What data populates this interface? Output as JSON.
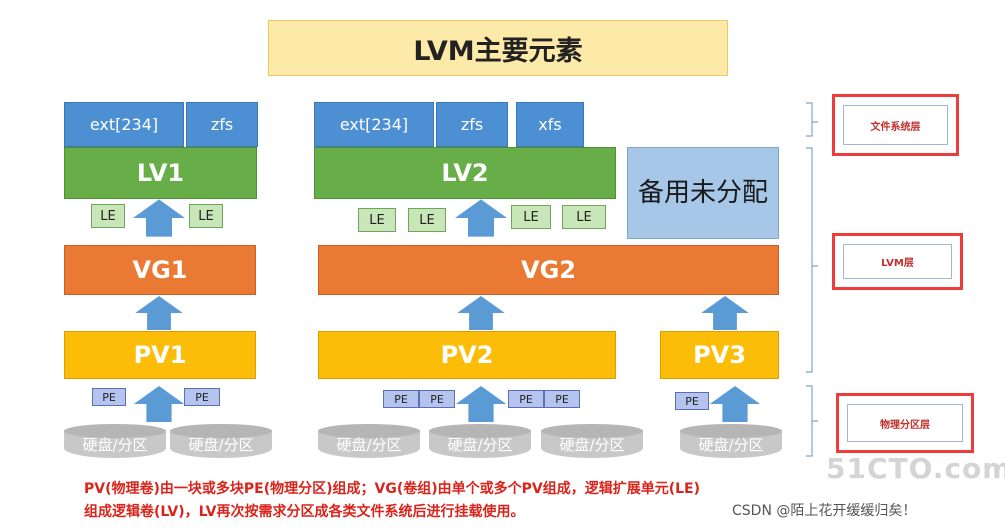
{
  "title": "LVM主要元素",
  "fs_left": [
    "ext[234]",
    "zfs"
  ],
  "fs_mid": [
    "ext[234]",
    "zfs",
    "xfs"
  ],
  "lv": [
    "LV1",
    "LV2"
  ],
  "spare": "备用未分配",
  "le_label": "LE",
  "vg": [
    "VG1",
    "VG2"
  ],
  "pv": [
    "PV1",
    "PV2",
    "PV3"
  ],
  "pe_label": "PE",
  "disk_label": "硬盘/分区",
  "layers": [
    "文件系统层",
    "LVM层",
    "物理分区层"
  ],
  "caption": [
    "PV(物理卷)由一块或多块PE(物理分区)组成；VG(卷组)由单个或多个PV组成，逻辑扩展单元(LE)",
    "组成逻辑卷(LV)，LV再次按需求分区成各类文件系统后进行挂载使用。"
  ],
  "watermark": [
    "51CTO.com",
    "CSDN @陌上花开缓缓归矣！"
  ],
  "colors": {
    "fs": "#4d8fd3",
    "lv": "#67ad48",
    "vg": "#ea7a33",
    "pv": "#fbbd08",
    "arrow": "#5b9bd5",
    "spare": "#a7c7e9",
    "highlight": "#ee3b3b",
    "caption": "#d9241c"
  }
}
